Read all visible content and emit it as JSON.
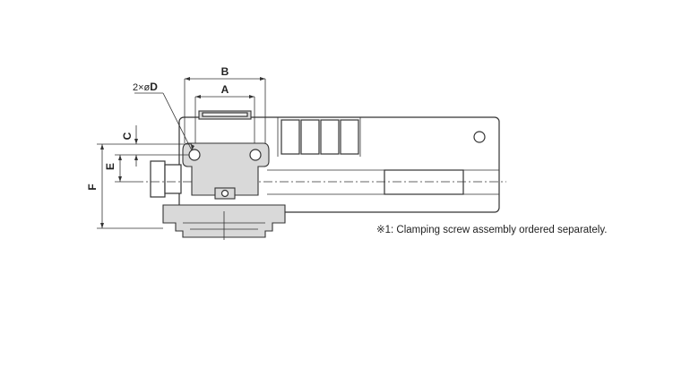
{
  "dimensions": {
    "a": "A",
    "b": "B",
    "c": "C",
    "e": "E",
    "f": "F",
    "hole_prefix": "2×ø",
    "hole_letter": "D"
  },
  "note": "※1: Clamping screw assembly ordered separately."
}
